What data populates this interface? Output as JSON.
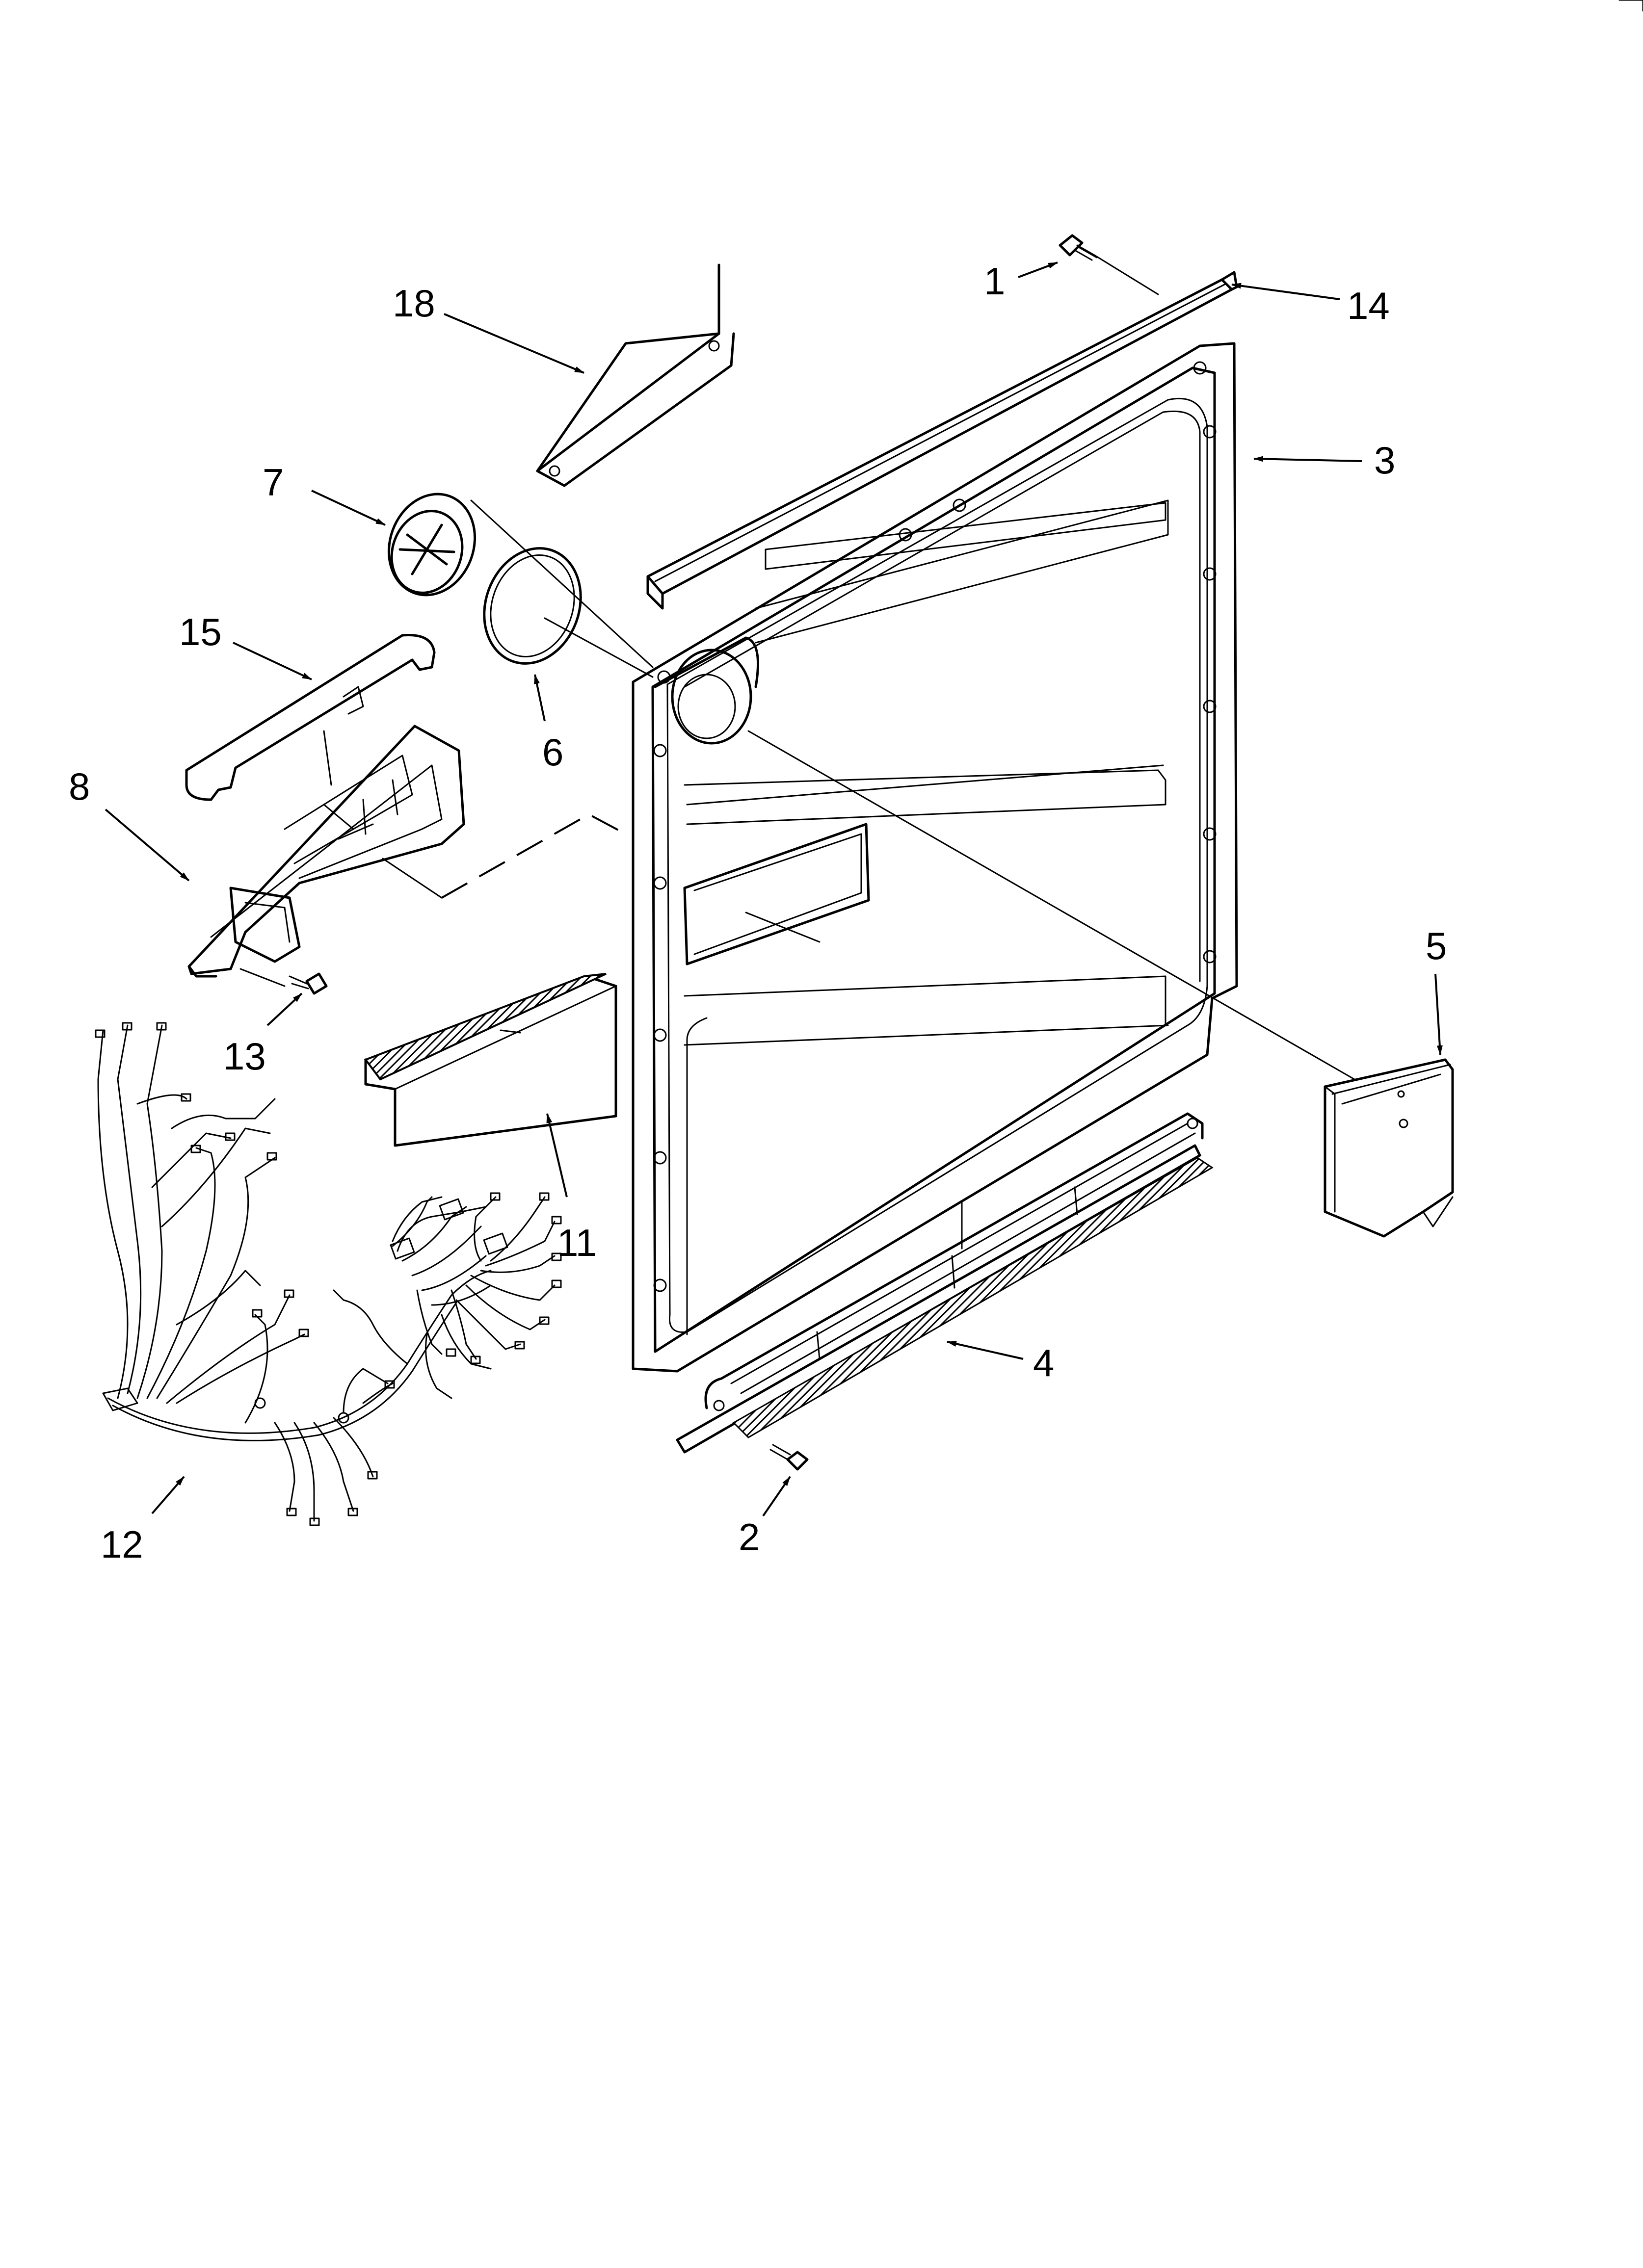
{
  "diagram": {
    "callouts": [
      {
        "id": "1",
        "text": "1"
      },
      {
        "id": "2",
        "text": "2"
      },
      {
        "id": "3",
        "text": "3"
      },
      {
        "id": "4",
        "text": "4"
      },
      {
        "id": "5",
        "text": "5"
      },
      {
        "id": "6",
        "text": "6"
      },
      {
        "id": "7",
        "text": "7"
      },
      {
        "id": "8",
        "text": "8"
      },
      {
        "id": "11",
        "text": "11"
      },
      {
        "id": "12",
        "text": "12"
      },
      {
        "id": "13",
        "text": "13"
      },
      {
        "id": "14",
        "text": "14"
      },
      {
        "id": "15",
        "text": "15"
      },
      {
        "id": "18",
        "text": "18"
      }
    ]
  }
}
